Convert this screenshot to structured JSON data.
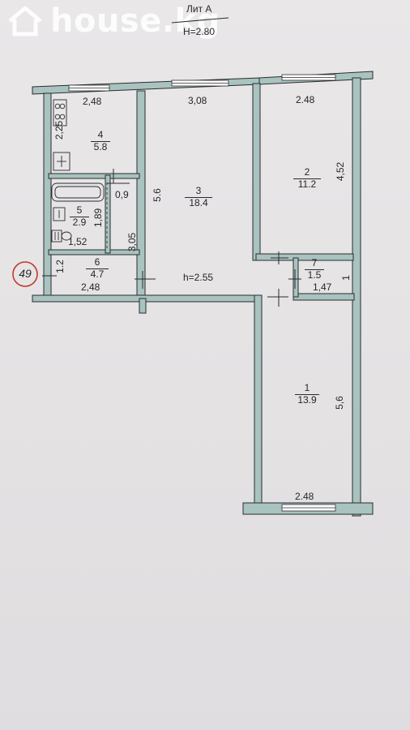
{
  "watermark": {
    "text": "house.kg",
    "icon": "house-icon"
  },
  "title_block": {
    "lit": "Лит А",
    "height": "H=2.80"
  },
  "unit_marker": "49",
  "rooms": [
    {
      "id": "4",
      "area": "5.8"
    },
    {
      "id": "3",
      "area": "18.4"
    },
    {
      "id": "2",
      "area": "11.2"
    },
    {
      "id": "5",
      "area": "2.9"
    },
    {
      "id": "6",
      "area": "4.7"
    },
    {
      "id": "7",
      "area": "1.5"
    },
    {
      "id": "1",
      "area": "13.9"
    }
  ],
  "dimensions": {
    "kitchen_width": "2,48",
    "kitchen_depth": "2,25",
    "room3_width": "3,08",
    "room3_depth": "5.6",
    "room2_width": "2.48",
    "room2_depth": "4,52",
    "bath_gap": "0,9",
    "bath_depth": "1,89",
    "bath_width": "1,52",
    "corridor_depth": "3,05",
    "hall_depth": "1.2",
    "hall_width": "2,48",
    "corridor_height": "h=2.55",
    "closet_width": "1,47",
    "closet_depth": "1",
    "room1_depth": "5,6",
    "room1_width": "2.48"
  },
  "colors": {
    "wall": "#a8c3c0",
    "line": "#2b2b2e",
    "paper": "#e6e4e4",
    "marker": "#c0392b"
  }
}
